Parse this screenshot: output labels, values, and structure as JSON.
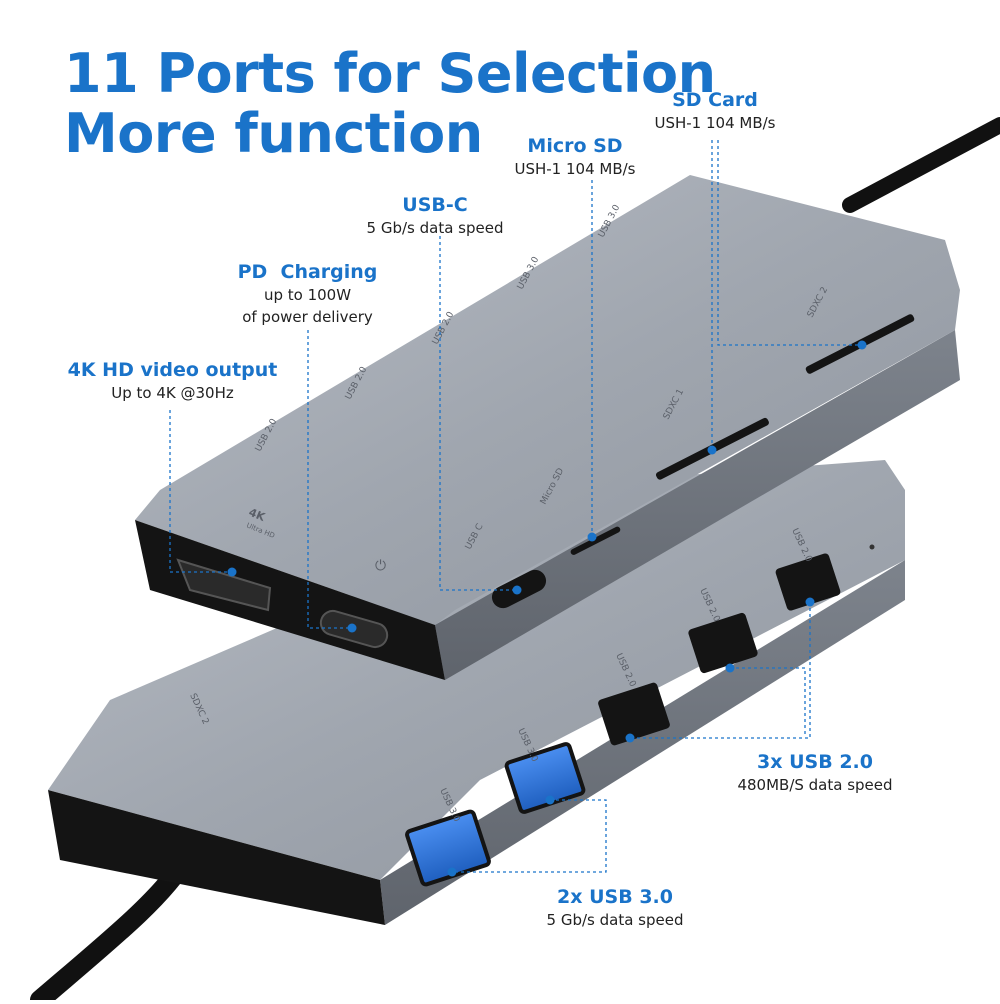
{
  "headline": {
    "line1": "11 Ports for Selection",
    "line2": "More function"
  },
  "callouts": {
    "sd_card": {
      "title": "SD Card",
      "detail": "USH-1 104 MB/s"
    },
    "micro_sd": {
      "title": "Micro SD",
      "detail": "USH-1 104 MB/s"
    },
    "usb_c": {
      "title": "USB-C",
      "detail": "5 Gb/s data speed"
    },
    "pd_charging": {
      "title": "PD  Charging",
      "detail_line1": "up to 100W",
      "detail_line2": "of power delivery"
    },
    "video_4k": {
      "title": "4K HD video output",
      "detail": "Up to 4K @30Hz"
    },
    "usb2": {
      "title": "3x USB 2.0",
      "detail": "480MB/S data speed"
    },
    "usb3": {
      "title": "2x USB 3.0",
      "detail": "5 Gb/s data speed"
    }
  },
  "port_labels": {
    "usb20": "USB 2.0",
    "usb30": "USB 3.0",
    "sdxc1": "SDXC 1",
    "sdxc2": "SDXC 2",
    "micro_sd": "Micro SD",
    "usb_c": "USB C",
    "hd_4k": "4K",
    "ultra_hd": "Ultra HD"
  },
  "colors": {
    "accent": "#1a73c9",
    "shell": "#9aa0aa",
    "bezel": "#141414",
    "usb3_port": "#2f76d6",
    "cable": "#111111"
  },
  "icons": {
    "plug": "plug-icon",
    "arrow": "triangle-arrow-icon"
  }
}
